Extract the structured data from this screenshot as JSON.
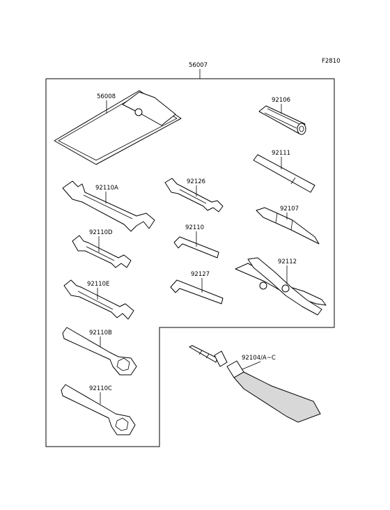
{
  "diagram": {
    "figure_code": "F2810",
    "assembly_part_no": "56007",
    "parts": [
      {
        "id": "56008",
        "label": "56008"
      },
      {
        "id": "92106",
        "label": "92106"
      },
      {
        "id": "92111",
        "label": "92111"
      },
      {
        "id": "92110A",
        "label": "92110A"
      },
      {
        "id": "92126",
        "label": "92126"
      },
      {
        "id": "92107",
        "label": "92107"
      },
      {
        "id": "92110",
        "label": "92110"
      },
      {
        "id": "92110D",
        "label": "92110D"
      },
      {
        "id": "92112",
        "label": "92112"
      },
      {
        "id": "92127",
        "label": "92127"
      },
      {
        "id": "92110E",
        "label": "92110E"
      },
      {
        "id": "92110B",
        "label": "92110B"
      },
      {
        "id": "92104",
        "label": "92104/A~C"
      },
      {
        "id": "92110C",
        "label": "92110C"
      }
    ]
  }
}
